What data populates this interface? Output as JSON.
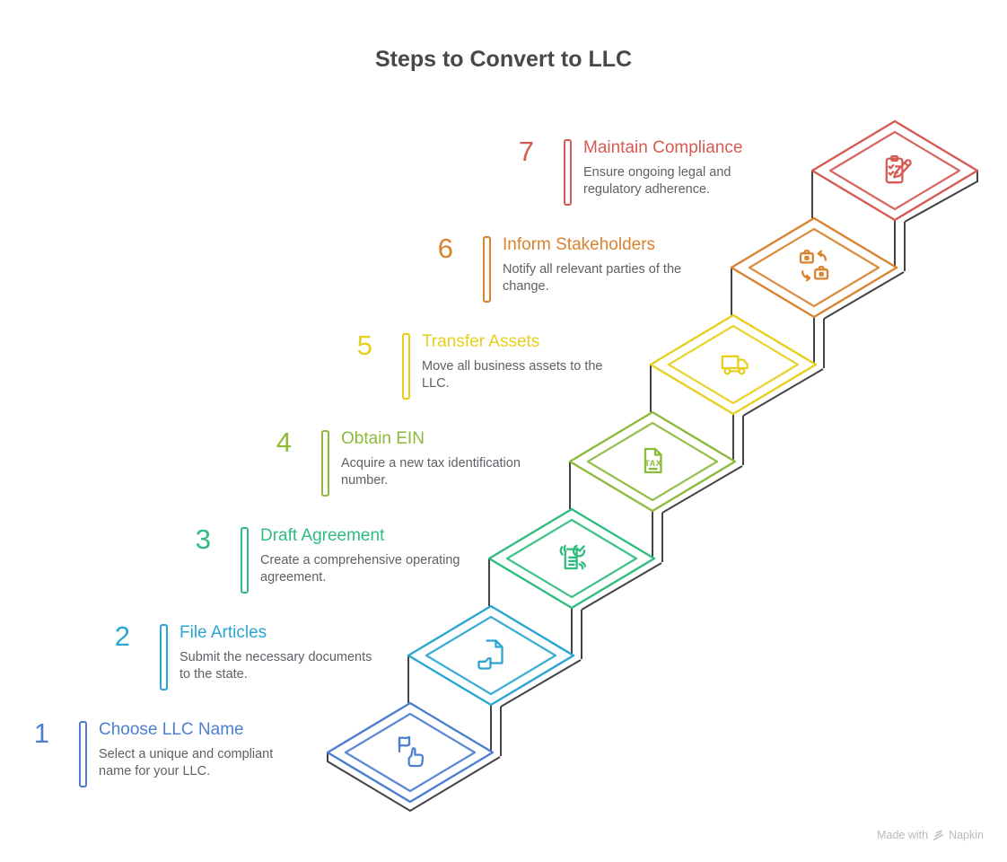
{
  "title": "Steps to Convert to LLC",
  "colors": {
    "outline_dark": "#434347",
    "heading_text": "#47484c",
    "description_text": "#5d6166",
    "watermark_text": "#b7babf",
    "platform_fill": "#ffffff"
  },
  "steps": [
    {
      "number": "1",
      "label": "Choose LLC Name",
      "description": "Select a unique and compliant\nname for your LLC.",
      "color": "#4d7fd1",
      "icon": "name-tag-hand-icon"
    },
    {
      "number": "2",
      "label": "File Articles",
      "description": "Submit the necessary documents\nto the state.",
      "color": "#2aa6d3",
      "icon": "document-tray-icon"
    },
    {
      "number": "3",
      "label": "Draft Agreement",
      "description": "Create a comprehensive operating\nagreement.",
      "color": "#2fbd7e",
      "icon": "agreement-check-icon"
    },
    {
      "number": "4",
      "label": "Obtain EIN",
      "description": "Acquire a new tax identification\nnumber.",
      "color": "#8cbb3c",
      "icon": "tax-document-icon",
      "icon_text": "TAX"
    },
    {
      "number": "5",
      "label": "Transfer Assets",
      "description": "Move all business assets to the\nLLC.",
      "color": "#e7cf1e",
      "icon": "truck-icon"
    },
    {
      "number": "6",
      "label": "Inform Stakeholders",
      "description": "Notify all relevant parties of the\nchange.",
      "color": "#d9832f",
      "icon": "briefcase-exchange-icon"
    },
    {
      "number": "7",
      "label": "Maintain Compliance",
      "description": "Ensure ongoing legal and\nregulatory adherence.",
      "color": "#d65a54",
      "icon": "clipboard-pencil-icon"
    }
  ],
  "watermark": {
    "prefix": "Made with",
    "brand": "Napkin",
    "icon": "napkin-logo-icon"
  }
}
